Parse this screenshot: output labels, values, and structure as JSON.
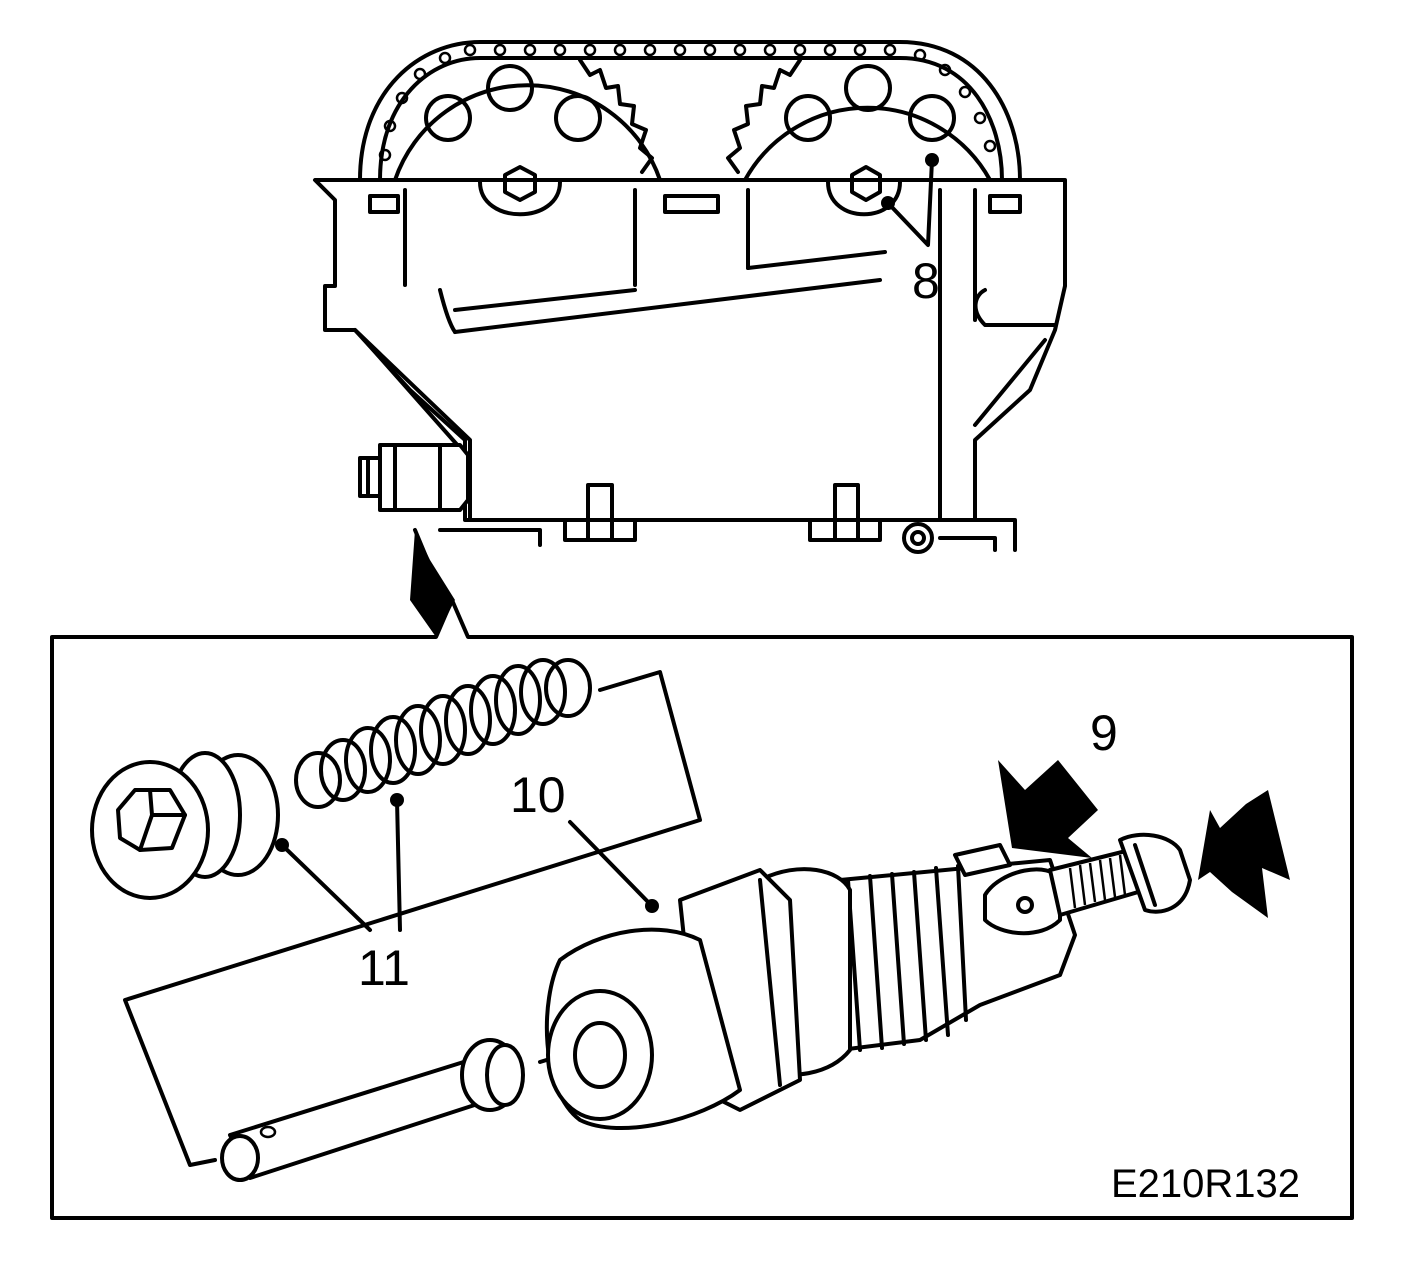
{
  "callouts": {
    "c8": "8",
    "c9": "9",
    "c10": "10",
    "c11": "11"
  },
  "figure_code": "E210R132"
}
